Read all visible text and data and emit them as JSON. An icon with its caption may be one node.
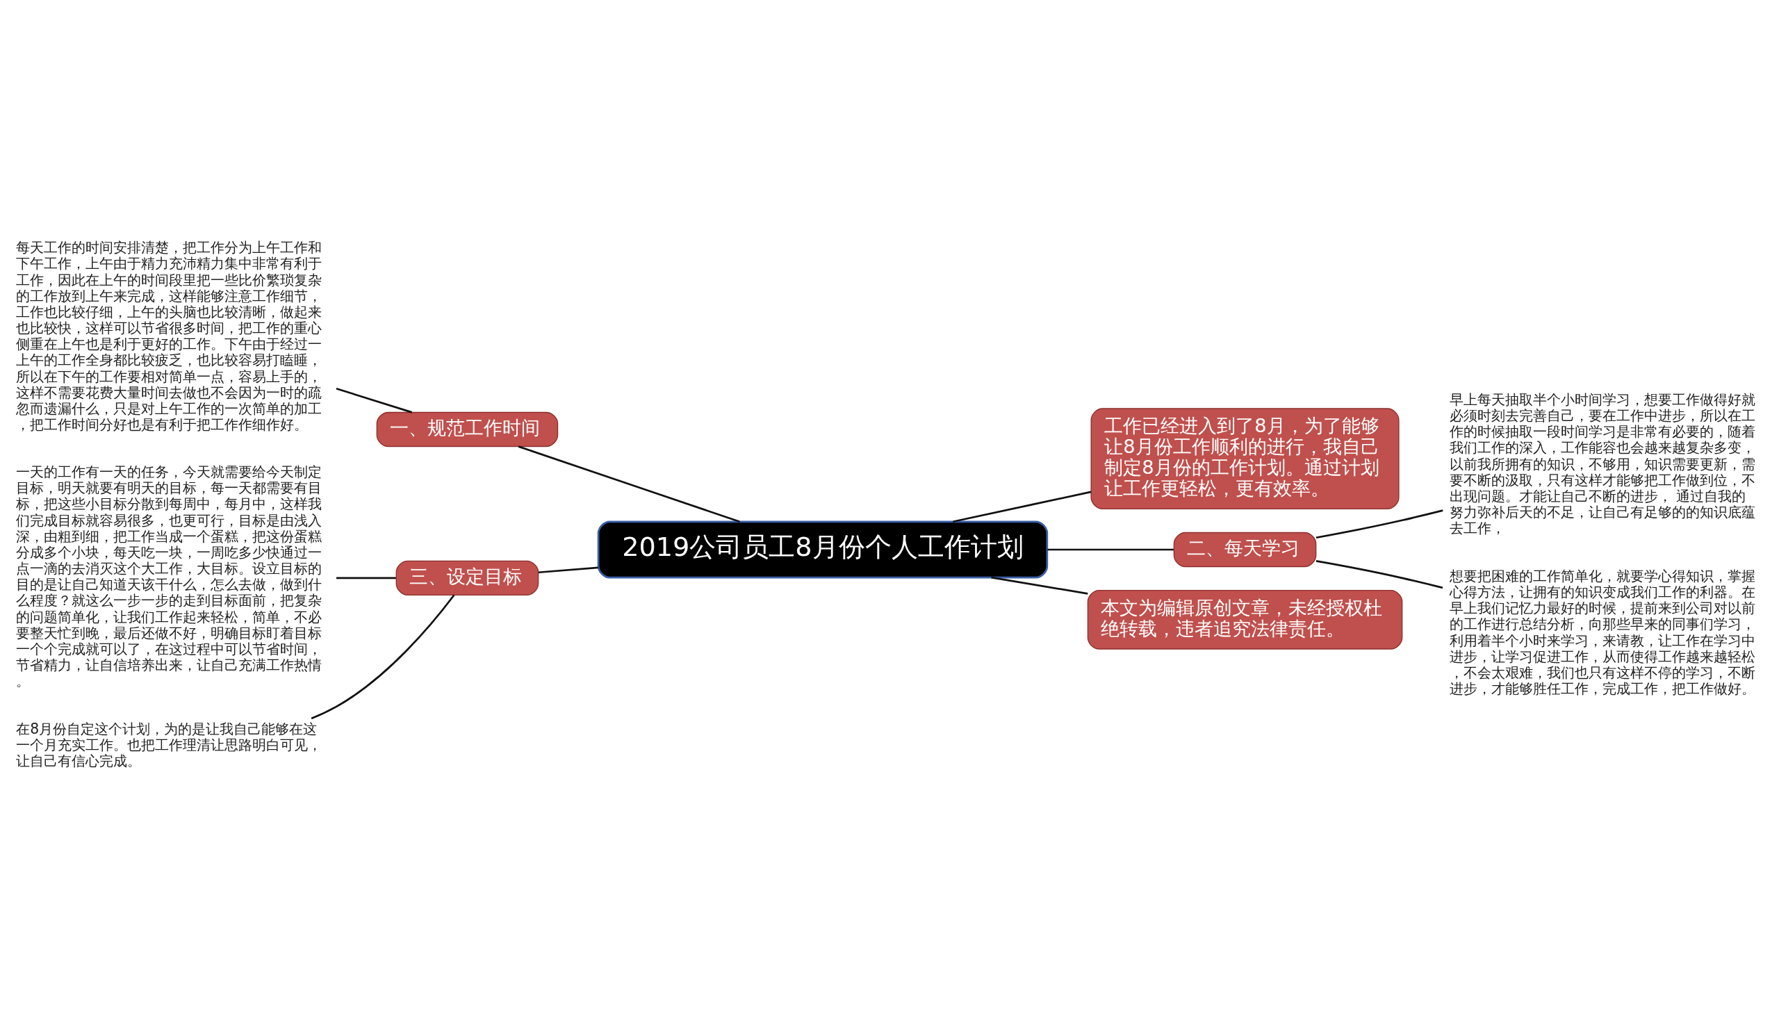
{
  "diagram": {
    "nodes": [
      {
        "text": [
          "2019公司员工8月份个人工作计划"
        ]
      },
      {
        "text": [
          "一、规范工作时间"
        ]
      },
      {
        "text": [
          "每天工作的时间安排清楚，把工作分为上午工作和下午工作，上午由于精力充沛精力集中非常有利于工作，因此在上午的时间段里把一些比价繁琐复杂的工作放到上午来完成，这样能够注意工作细节，工作也比较仔细，上午的头脑也比较清晰，做起来也比较快，这样可以节省很多时间，把工作的重心侧重在上午也是利于更好的工作。下午由于经过一上午的工作全身都比较疲乏，也比较容易打瞌睡，所以在下午的工作要相对简单一点，容易上手的，这样不需要花费大量时间去做也不会因为一时的疏忽而遗漏什么，只是对上午工作的一次简单的加工，把工作时间分好也是有利于把工作作细作好。"
        ]
      },
      {
        "text": [
          "工作已经进入到了8月，为了能够让8月份工作顺利的进行，我自己制定8月份的工作计划。通过计划让工作更轻松，更有效率。"
        ]
      },
      {
        "text": [
          "二、每天学习"
        ]
      },
      {
        "text": [
          "早上每天抽取半个小时间学习，想要工作做得好就必须时刻去完善自己，要在工作中进步，所以在工作的时候抽取一段时间学习是非常有必要的，随着我们工作的深入，工作能容也会越来越复杂多变，以前我所拥有的知识，不够用，知识需要更新，需要不断的汲取，只有这样才能够把工作做到位，不出现问题。才能让自己不断的进步， 通过自我的努力弥补后天的不足，让自己有足够的的知识底蕴去工作，"
        ]
      },
      {
        "text": [
          "想要把困难的工作简单化，就要学心得知识，掌握心得方法，让拥有的知识变成我们工作的利器。在早上我们记忆力最好的时候，提前来到公司对以前的工作进行总结分析，向那些早来的同事们学习，利用着半个小时来学习，来请教，让工作在学习中进步，让学习促进工作，从而使得工作越来越轻松，不会太艰难，我们也只有这样不停的学习，不断进步，才能够胜任工作，完成工作，把工作做好。"
        ]
      },
      {
        "text": [
          "三、设定目标"
        ]
      },
      {
        "text": [
          "一天的工作有一天的任务，今天就需要给今天制定目标，明天就要有明天的目标，每一天都需要有目标，把这些小目标分散到每周中，每月中，这样我们完成目标就容易很多，也更可行，目标是由浅入深，由粗到细，把工作当成一个蛋糕，把这份蛋糕分成多个小块，每天吃一块，一周吃多少快通过一点一滴的去消灭这个大工作，大目标。设立目标的目的是让自己知道天该干什么，怎么去做，做到什么程度？就这么一步一步的走到目标面前，把复杂的问题简单化，让我们工作起来轻松，简单，不必要整天忙到晚，最后还做不好，明确目标盯着目标一个个完成就可以了，在这过程中可以节省时间，节省精力，让自信培养出来，让自己充满工作热情。"
        ]
      },
      {
        "text": [
          "在8月份自定这个计划，为的是让我自己能够在这一个月充实工作。也把工作理清让思路明白可见，让自己有信心完成。"
        ]
      },
      {
        "text": [
          "本文为编辑原创文章，未经授权杜绝转载，违者追究法律责任。"
        ]
      }
    ],
    "edges": [
      {
        "from": 0,
        "to": 1,
        "arrow": "none"
      },
      {
        "from": 1,
        "to": 2,
        "arrow": "none"
      },
      {
        "from": 0,
        "to": 3,
        "arrow": "none"
      },
      {
        "from": 0,
        "to": 4,
        "arrow": "none"
      },
      {
        "from": 4,
        "to": 5,
        "arrow": "none"
      },
      {
        "from": 4,
        "to": 6,
        "arrow": "none"
      },
      {
        "from": 0,
        "to": 7,
        "arrow": "none"
      },
      {
        "from": 7,
        "to": 8,
        "arrow": "none"
      },
      {
        "from": 7,
        "to": 9,
        "arrow": "none"
      },
      {
        "from": 0,
        "to": 10,
        "arrow": "none"
      }
    ]
  }
}
